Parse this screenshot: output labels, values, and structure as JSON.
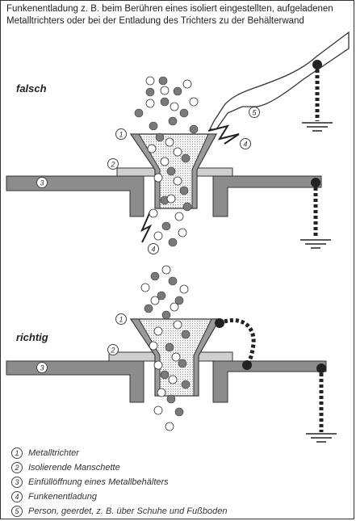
{
  "title": "Funkenentladung z. B. beim Berühren eines isoliert eingestellten, aufgeladenen Metalltrichters oder bei der Entladung des Trichters zu der Behälterwand",
  "states": {
    "wrong": "falsch",
    "right": "richtig"
  },
  "markers": [
    "1",
    "2",
    "3",
    "4",
    "5"
  ],
  "legend": [
    {
      "num": "1",
      "text": "Metalltrichter"
    },
    {
      "num": "2",
      "text": "Isolierende Manschette"
    },
    {
      "num": "3",
      "text": "Einfüllöffnung eines Metallbehälters"
    },
    {
      "num": "4",
      "text": "Funkenentladung"
    },
    {
      "num": "5",
      "text": "Person, geerdet, z. B. über Schuhe und Fußboden"
    }
  ],
  "colors": {
    "metal": "#8c8c8c",
    "insulator": "#cfcfcf",
    "particle": "#7a7a7a",
    "ground_wire": "#222222"
  }
}
